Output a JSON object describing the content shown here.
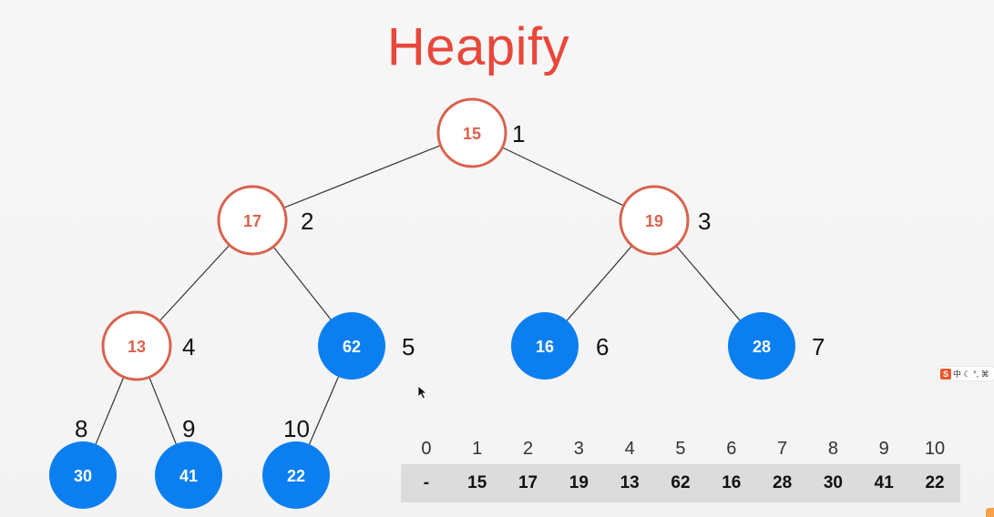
{
  "title": "Heapify",
  "colors": {
    "title": "#e8473a",
    "heap_node_stroke": "#d9624d",
    "heap_node_text": "#d9624d",
    "leaf_fill": "#0b7ff0",
    "leaf_text": "#ffffff",
    "edge": "#333333",
    "array_row_bg": "#dcdcdc"
  },
  "tree": {
    "nodes": [
      {
        "index": "1",
        "value": "15",
        "style": "outline"
      },
      {
        "index": "2",
        "value": "17",
        "style": "outline"
      },
      {
        "index": "3",
        "value": "19",
        "style": "outline"
      },
      {
        "index": "4",
        "value": "13",
        "style": "outline"
      },
      {
        "index": "5",
        "value": "62",
        "style": "filled"
      },
      {
        "index": "6",
        "value": "16",
        "style": "filled"
      },
      {
        "index": "7",
        "value": "28",
        "style": "filled"
      },
      {
        "index": "8",
        "value": "30",
        "style": "filled"
      },
      {
        "index": "9",
        "value": "41",
        "style": "filled"
      },
      {
        "index": "10",
        "value": "22",
        "style": "filled"
      }
    ],
    "edges": [
      [
        "1",
        "2"
      ],
      [
        "1",
        "3"
      ],
      [
        "2",
        "4"
      ],
      [
        "2",
        "5"
      ],
      [
        "3",
        "6"
      ],
      [
        "3",
        "7"
      ],
      [
        "4",
        "8"
      ],
      [
        "4",
        "9"
      ],
      [
        "5",
        "10"
      ]
    ]
  },
  "array": {
    "indices": [
      "0",
      "1",
      "2",
      "3",
      "4",
      "5",
      "6",
      "7",
      "8",
      "9",
      "10"
    ],
    "values": [
      "-",
      "15",
      "17",
      "19",
      "13",
      "62",
      "16",
      "28",
      "30",
      "41",
      "22"
    ]
  },
  "ime": {
    "logo": "S",
    "text": "中 ☾ °, ⌘"
  },
  "icons": [
    "mouse-pointer-icon",
    "ime-logo-icon"
  ]
}
